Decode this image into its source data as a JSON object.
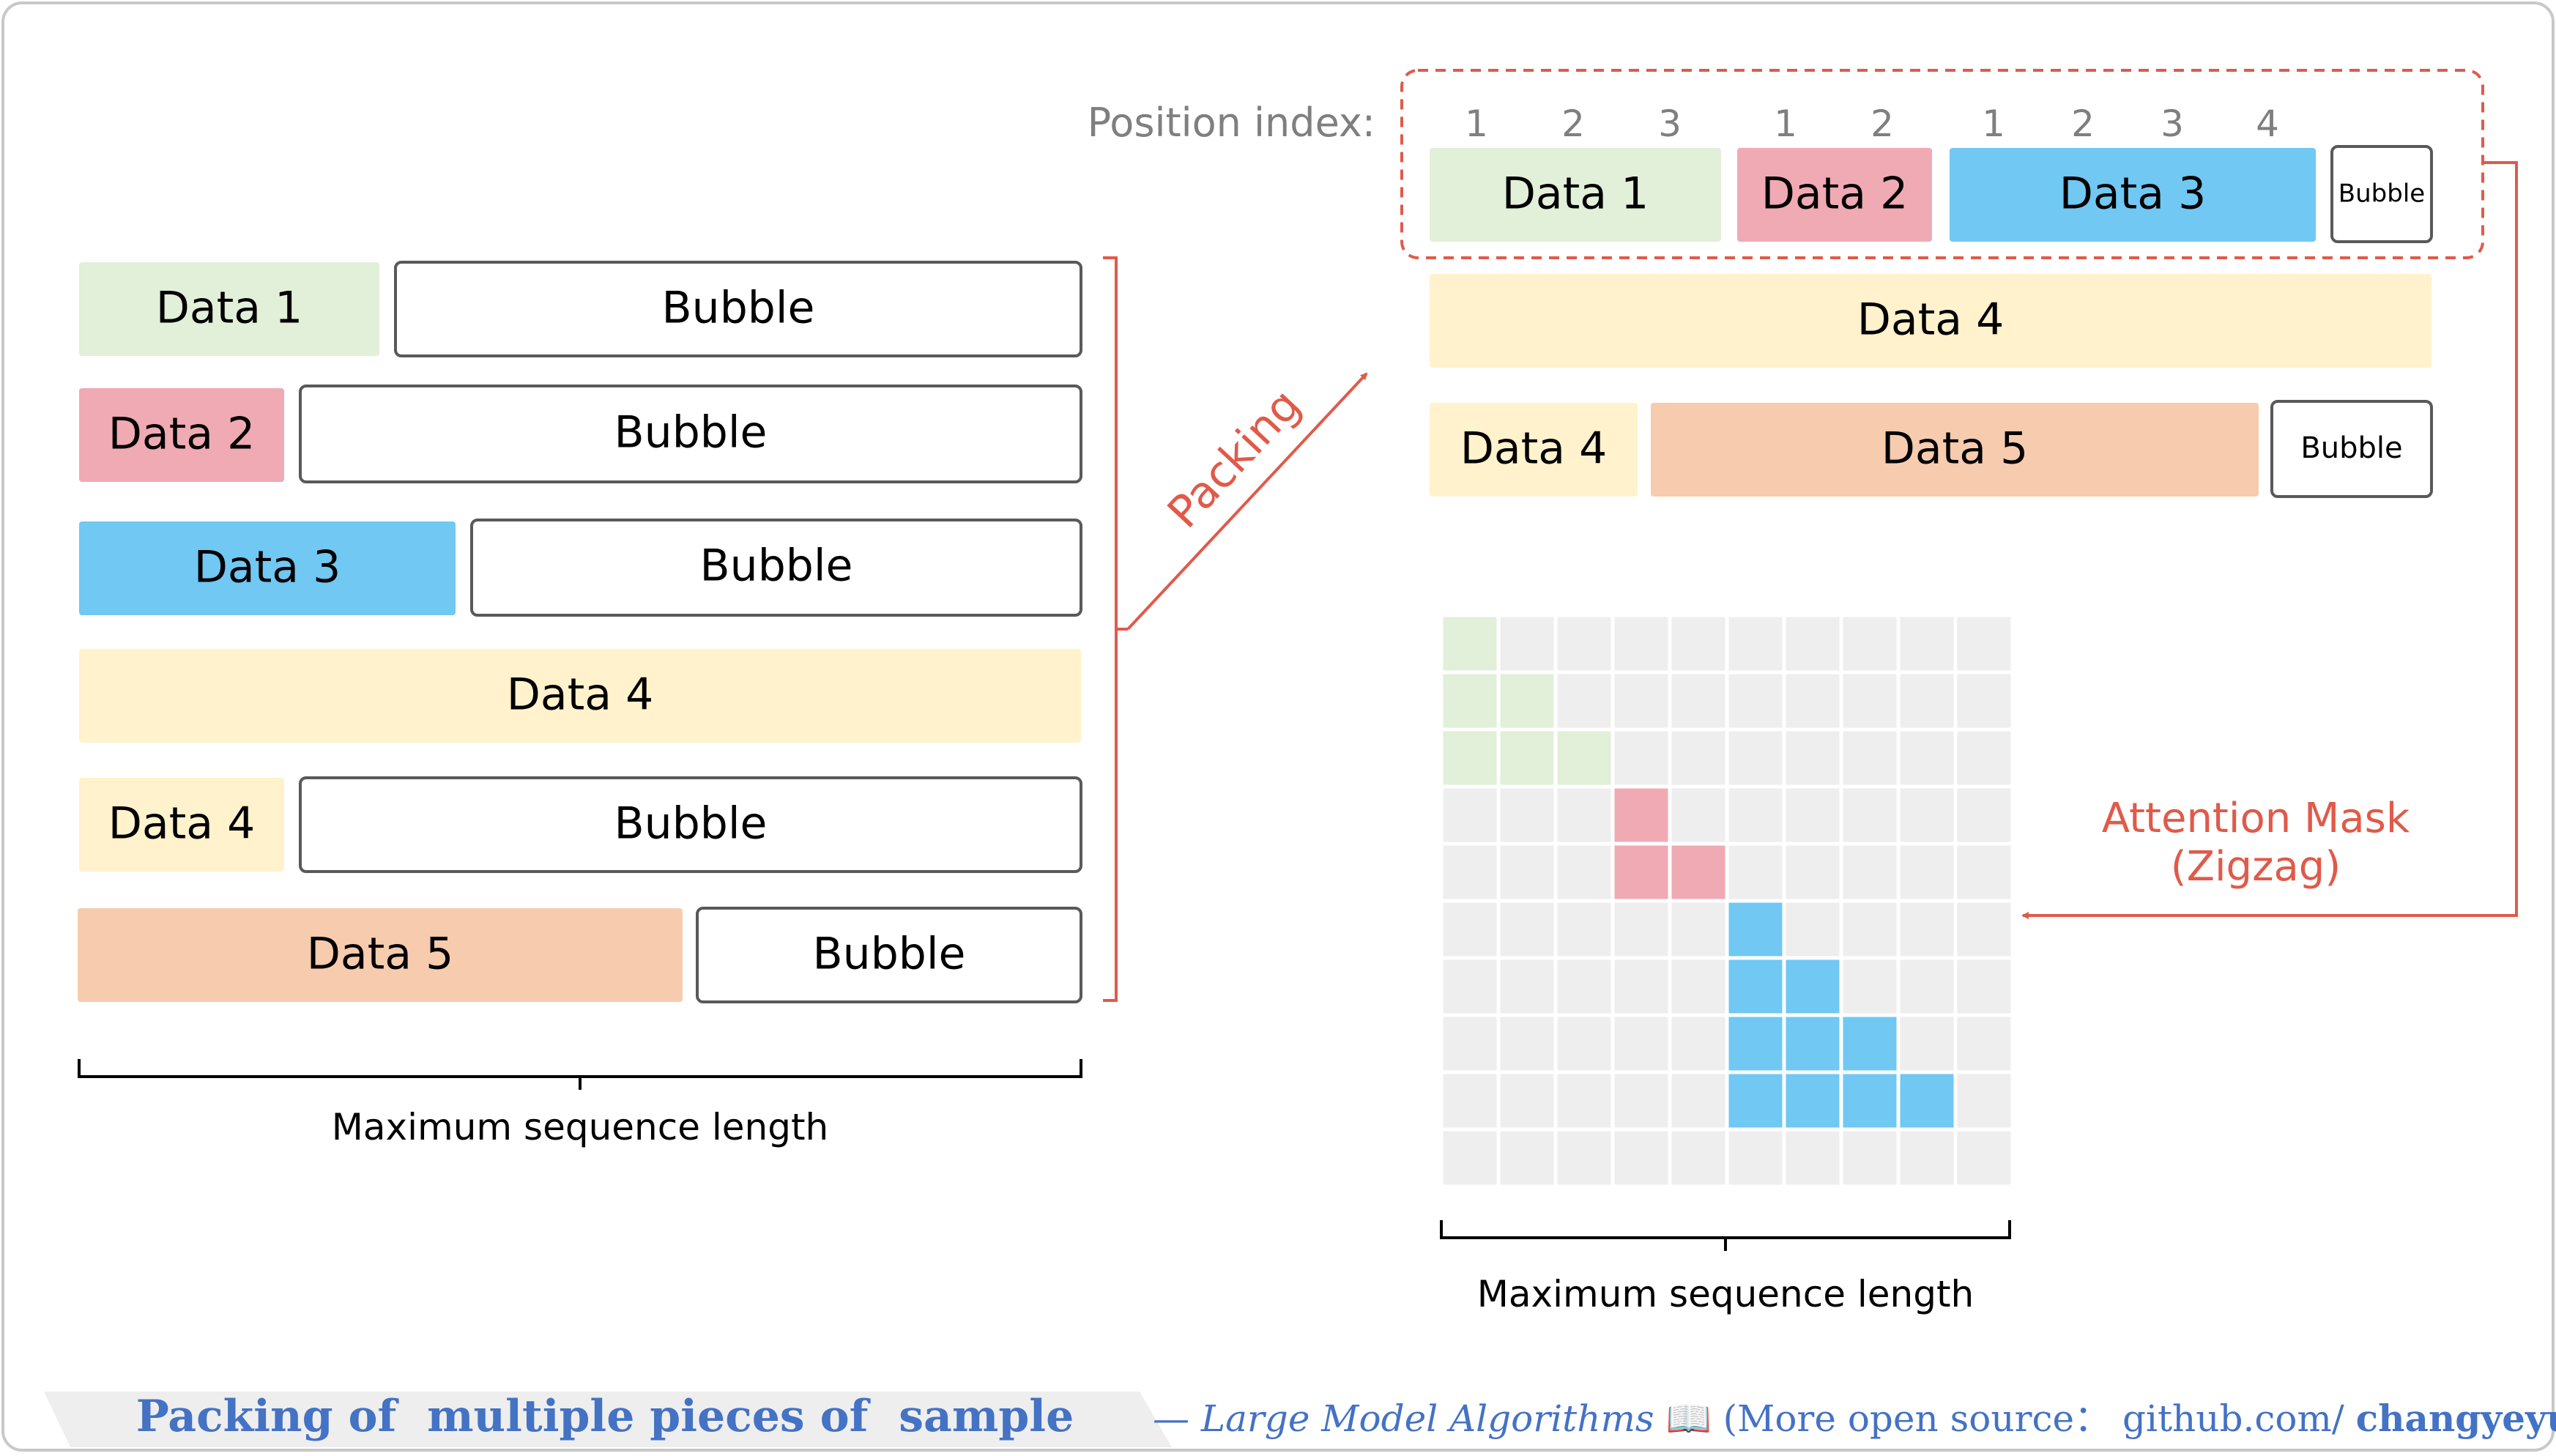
{
  "colors": {
    "green": "#e2efd9",
    "pink": "#f0aab3",
    "blue": "#70c8f3",
    "yellow": "#fff2cc",
    "orange": "#f7cbad",
    "bubble_border": "#595959",
    "accent_red": "#e05a4a",
    "cell_gray": "#eeeeee",
    "caption_blue": "#4472c4"
  },
  "left_rows": [
    {
      "data_label": "Data 1",
      "data_color": "green",
      "bubble_label": "Bubble"
    },
    {
      "data_label": "Data 2",
      "data_color": "pink",
      "bubble_label": "Bubble"
    },
    {
      "data_label": "Data 3",
      "data_color": "blue",
      "bubble_label": "Bubble"
    },
    {
      "data_label": "Data 4",
      "data_color": "yellow",
      "bubble_label": ""
    },
    {
      "data_label": "Data 4",
      "data_color": "yellow",
      "bubble_label": "Bubble"
    },
    {
      "data_label": "Data 5",
      "data_color": "orange",
      "bubble_label": "Bubble"
    }
  ],
  "left_axis_label": "Maximum sequence length",
  "packing_label": "Packing",
  "position_index": {
    "label": "Position index:",
    "groups": [
      [
        "1",
        "2",
        "3"
      ],
      [
        "1",
        "2"
      ],
      [
        "1",
        "2",
        "3",
        "4"
      ]
    ]
  },
  "packed_rows": [
    {
      "segments": [
        {
          "label": "Data 1",
          "color": "green"
        },
        {
          "label": "Data 2",
          "color": "pink"
        },
        {
          "label": "Data 3",
          "color": "blue"
        },
        {
          "label": "Bubble",
          "color": "bubble"
        }
      ]
    },
    {
      "segments": [
        {
          "label": "Data 4",
          "color": "yellow"
        }
      ]
    },
    {
      "segments": [
        {
          "label": "Data 4",
          "color": "yellow"
        },
        {
          "label": "Data 5",
          "color": "orange"
        },
        {
          "label": "Bubble",
          "color": "bubble"
        }
      ]
    }
  ],
  "attention_mask": {
    "label_line1": "Attention Mask",
    "label_line2": "(Zigzag)",
    "grid_size": 10,
    "blocks": [
      {
        "start": 0,
        "length": 3,
        "color": "green"
      },
      {
        "start": 3,
        "length": 2,
        "color": "pink"
      },
      {
        "start": 5,
        "length": 4,
        "color": "blue"
      }
    ]
  },
  "right_axis_label": "Maximum sequence length",
  "footer": {
    "title": "Packing of  multiple pieces of  sample",
    "credit_prefix": "— Large Model Algorithms",
    "book_icon": "open-book-icon",
    "credit_middle": "(More open source：  github.com/",
    "credit_user": "changyeyu",
    "credit_suffix": ")"
  }
}
